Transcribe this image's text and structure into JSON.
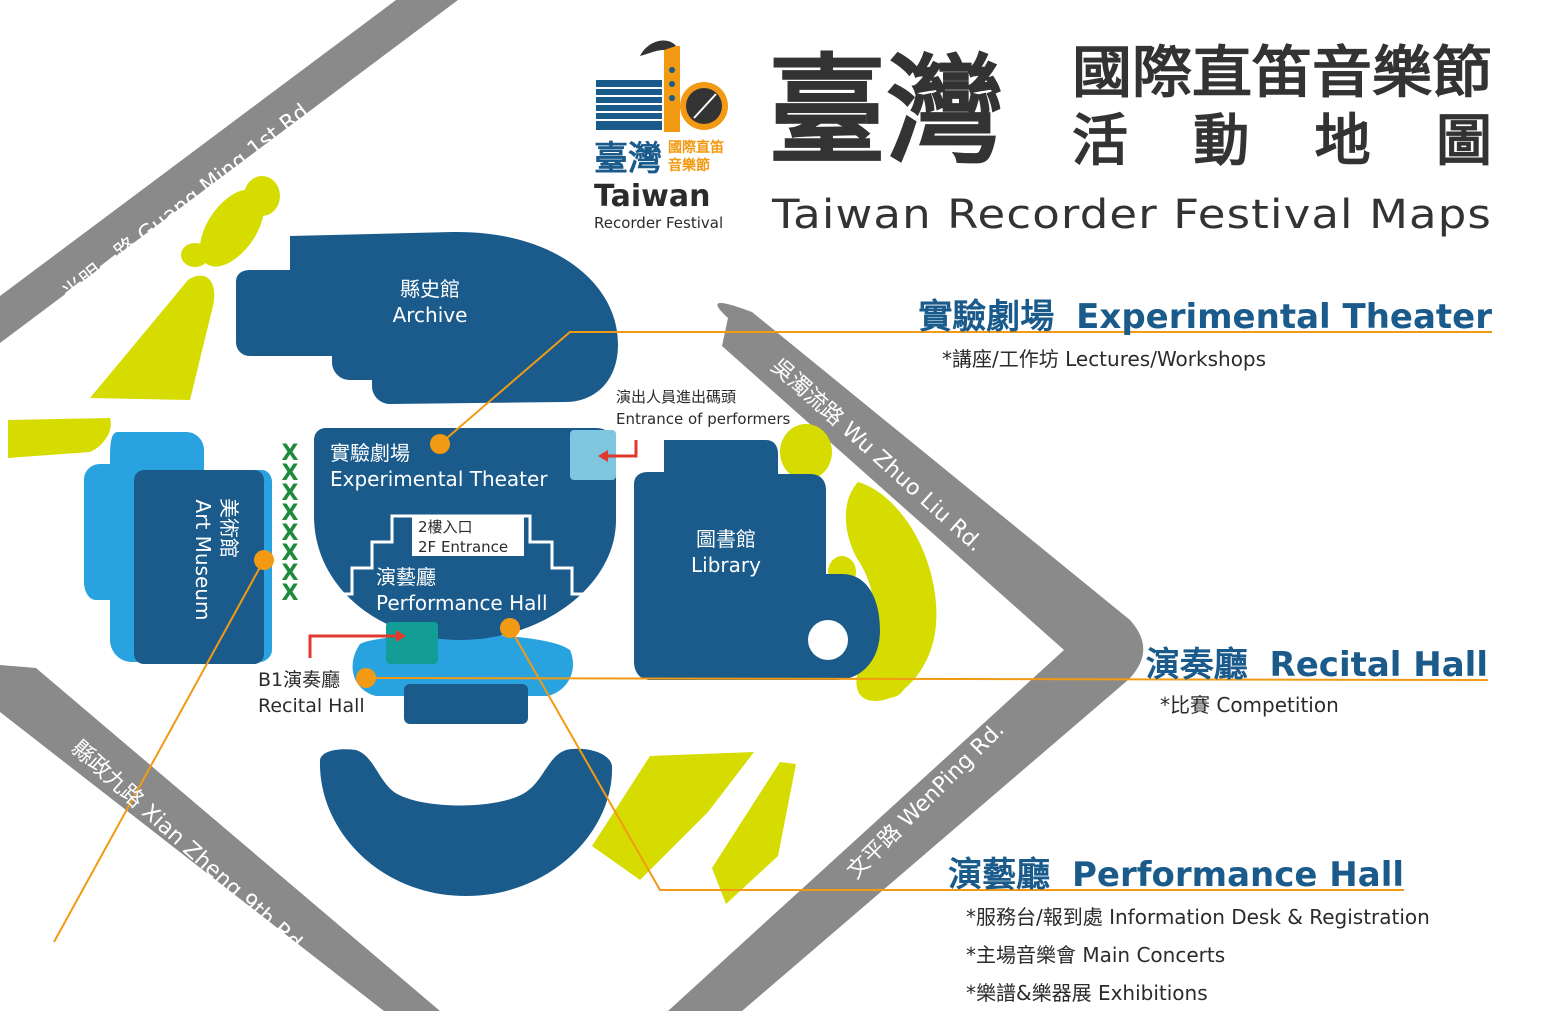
{
  "title": {
    "main_zh": "臺灣",
    "line1_zh": "國際直笛音樂節",
    "line2_zh": "活動地圖",
    "en": "Taiwan Recorder Festival Maps"
  },
  "logo": {
    "zh_big": "臺灣",
    "zh_small_1": "國際直笛",
    "zh_small_2": "音樂節",
    "en_big": "Taiwan",
    "en_small": "Recorder Festival"
  },
  "roads": {
    "guangming": "光明一路 Guang Ming 1st Rd.",
    "wuzhuoliu": "吳濁流路 Wu Zhuo Liu Rd.",
    "wenping": "文平路 WenPing Rd.",
    "xianzheng": "縣政九路 Xian Zheng 9th Rd."
  },
  "buildings": {
    "archive_zh": "縣史館",
    "archive_en": "Archive",
    "museum_zh": "美術館",
    "museum_en": "Art Museum",
    "library_zh": "圖書館",
    "library_en": "Library",
    "theater_zh": "實驗劇場",
    "theater_en": "Experimental Theater",
    "hall_zh": "演藝廳",
    "hall_en": "Performance Hall",
    "entrance_zh": "2樓入口",
    "entrance_en": "2F Entrance",
    "recital_zh": "B1演奏廳",
    "recital_en": "Recital Hall",
    "performers_zh": "演出人員進出碼頭",
    "performers_en": "Entrance of performers"
  },
  "venues": [
    {
      "title_zh": "實驗劇場",
      "title_en": "Experimental Theater",
      "items": [
        "*講座/工作坊 Lectures/Workshops"
      ]
    },
    {
      "title_zh": "演奏廳",
      "title_en": "Recital Hall",
      "items": [
        "*比賽 Competition"
      ]
    },
    {
      "title_zh": "演藝廳",
      "title_en": "Performance Hall",
      "items": [
        "*服務台/報到處 Information Desk & Registration",
        "*主場音樂會 Main Concerts",
        "*樂譜&樂器展 Exhibitions"
      ]
    }
  ],
  "marker": "X",
  "colors": {
    "dark_blue": "#1a5b8c",
    "light_blue": "#29a3e0",
    "lime": "#d6dc00",
    "road_gray": "#8a8a8a",
    "orange": "#f29a14",
    "teal": "#129e96",
    "pale_blue": "#7fc6e1",
    "green_x": "#1e8a3a",
    "red_arrow": "#e03a2e"
  }
}
